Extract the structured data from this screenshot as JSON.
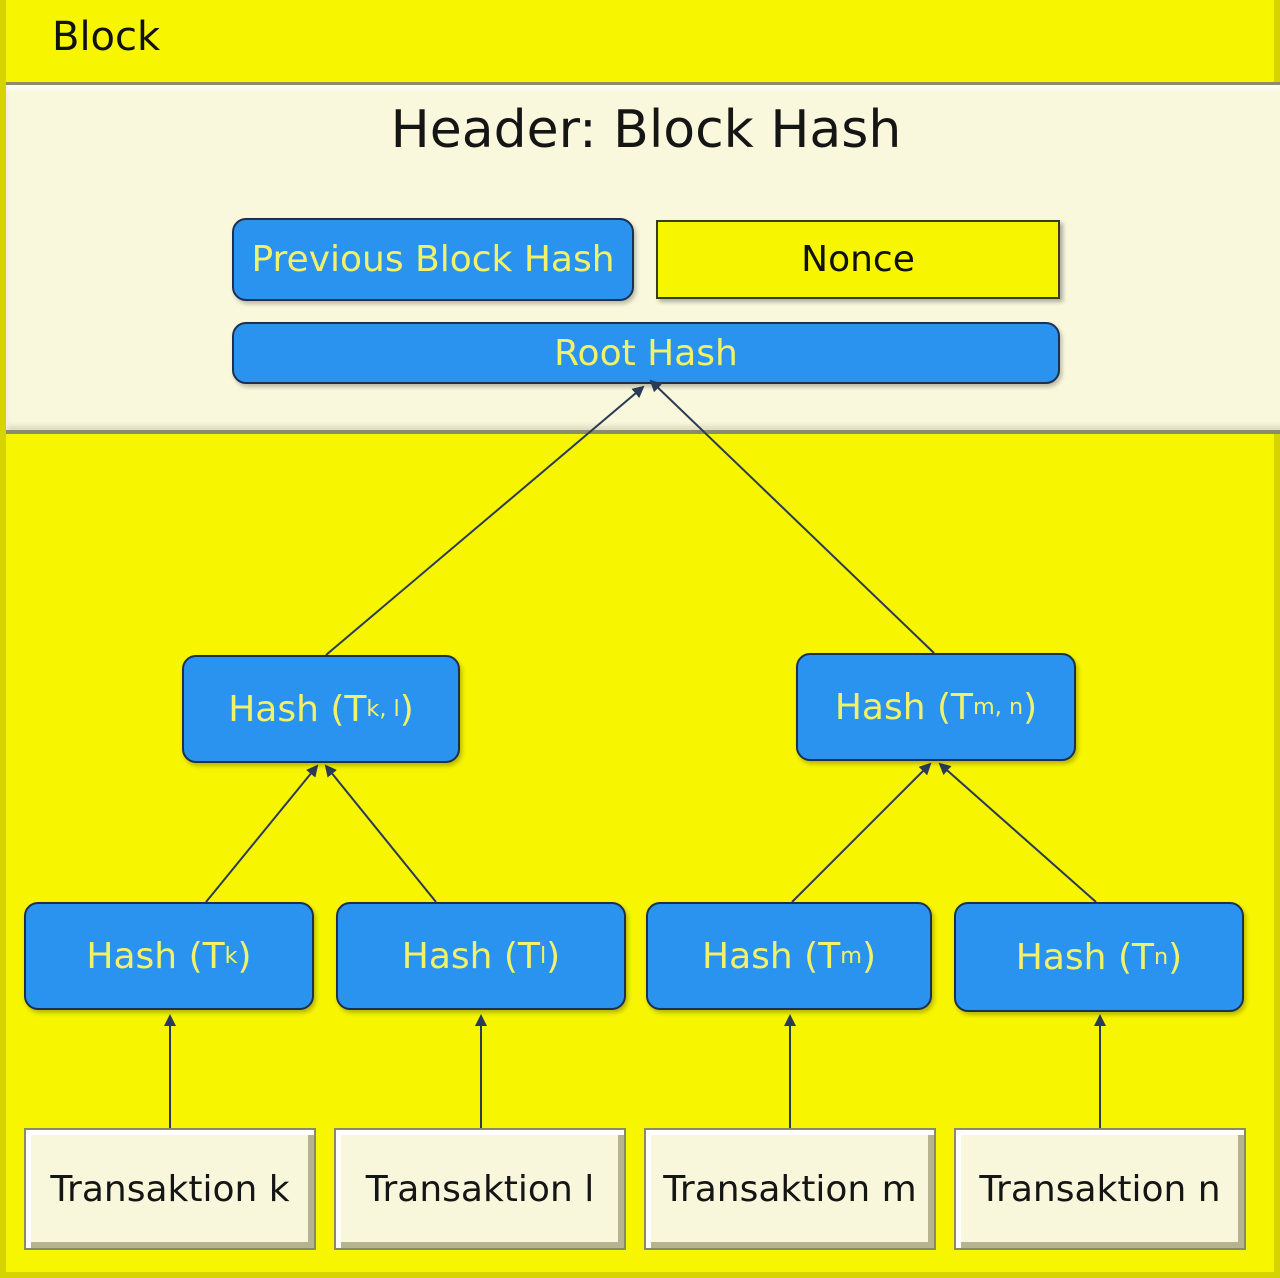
{
  "block": {
    "title": "Block"
  },
  "header": {
    "title": "Header: Block Hash",
    "previous_block_hash": "Previous Block Hash",
    "nonce": "Nonce",
    "root_hash": "Root Hash"
  },
  "intermediate": [
    {
      "prefix": "Hash (T",
      "sub": "k, l",
      "suffix": ")"
    },
    {
      "prefix": "Hash (T",
      "sub": "m, n",
      "suffix": ")"
    }
  ],
  "leaf_hashes": [
    {
      "prefix": "Hash (T",
      "sub": "k",
      "suffix": ")"
    },
    {
      "prefix": "Hash (T",
      "sub": "l",
      "suffix": ")"
    },
    {
      "prefix": "Hash (T",
      "sub": "m",
      "suffix": ")"
    },
    {
      "prefix": "Hash (T",
      "sub": "n",
      "suffix": ")"
    }
  ],
  "transactions": [
    "Transaktion k",
    "Transaktion l",
    "Transaktion m",
    "Transaktion n"
  ],
  "colors": {
    "background": "#f7f500",
    "node_blue": "#2a93f0",
    "node_text": "#f2f26a",
    "header_panel": "#f9f8dc",
    "edge": "#2b3a55"
  }
}
